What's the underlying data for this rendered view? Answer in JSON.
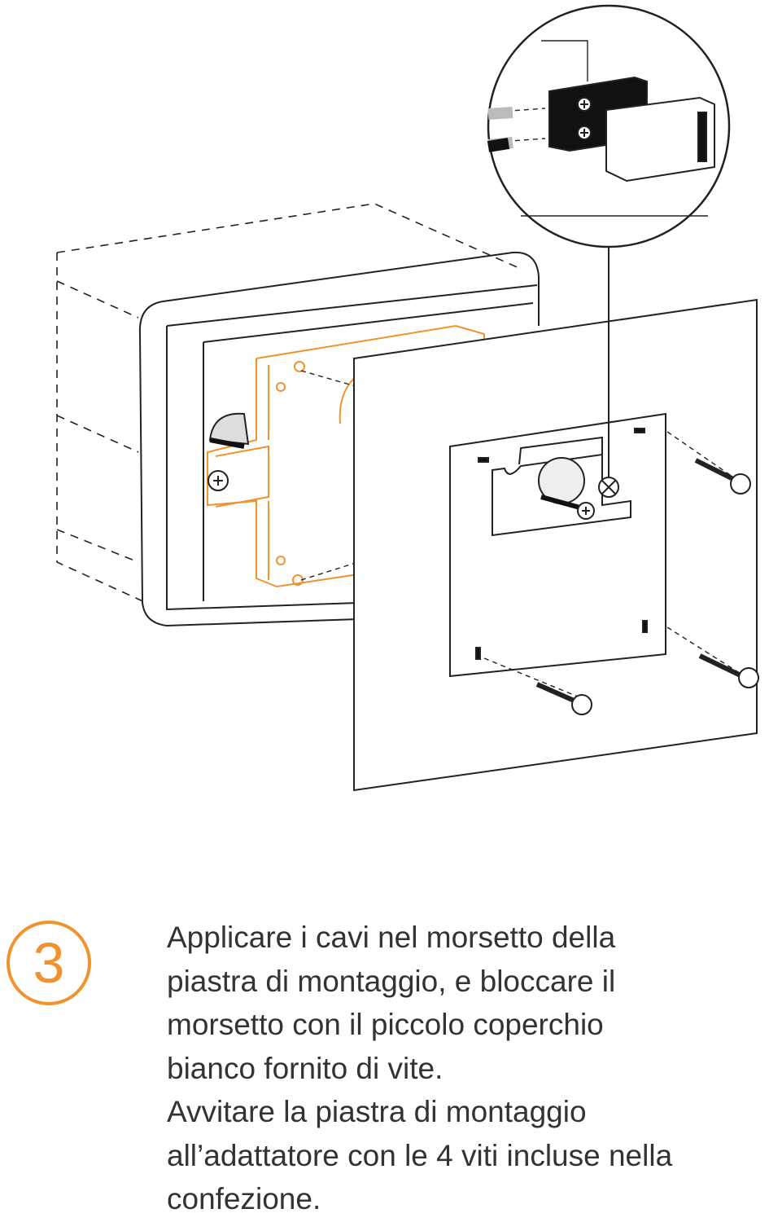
{
  "step": {
    "number": "3",
    "accent_color": "#F0922E"
  },
  "instructions": {
    "lines": [
      "Applicare i cavi nel morsetto della",
      "piastra di montaggio, e bloccare il",
      "morsetto con il piccolo coperchio",
      "bianco fornito di vite.",
      "Avvitare la piastra di montaggio",
      "all’adattatore con le 4 viti incluse nella",
      "confezione."
    ]
  }
}
